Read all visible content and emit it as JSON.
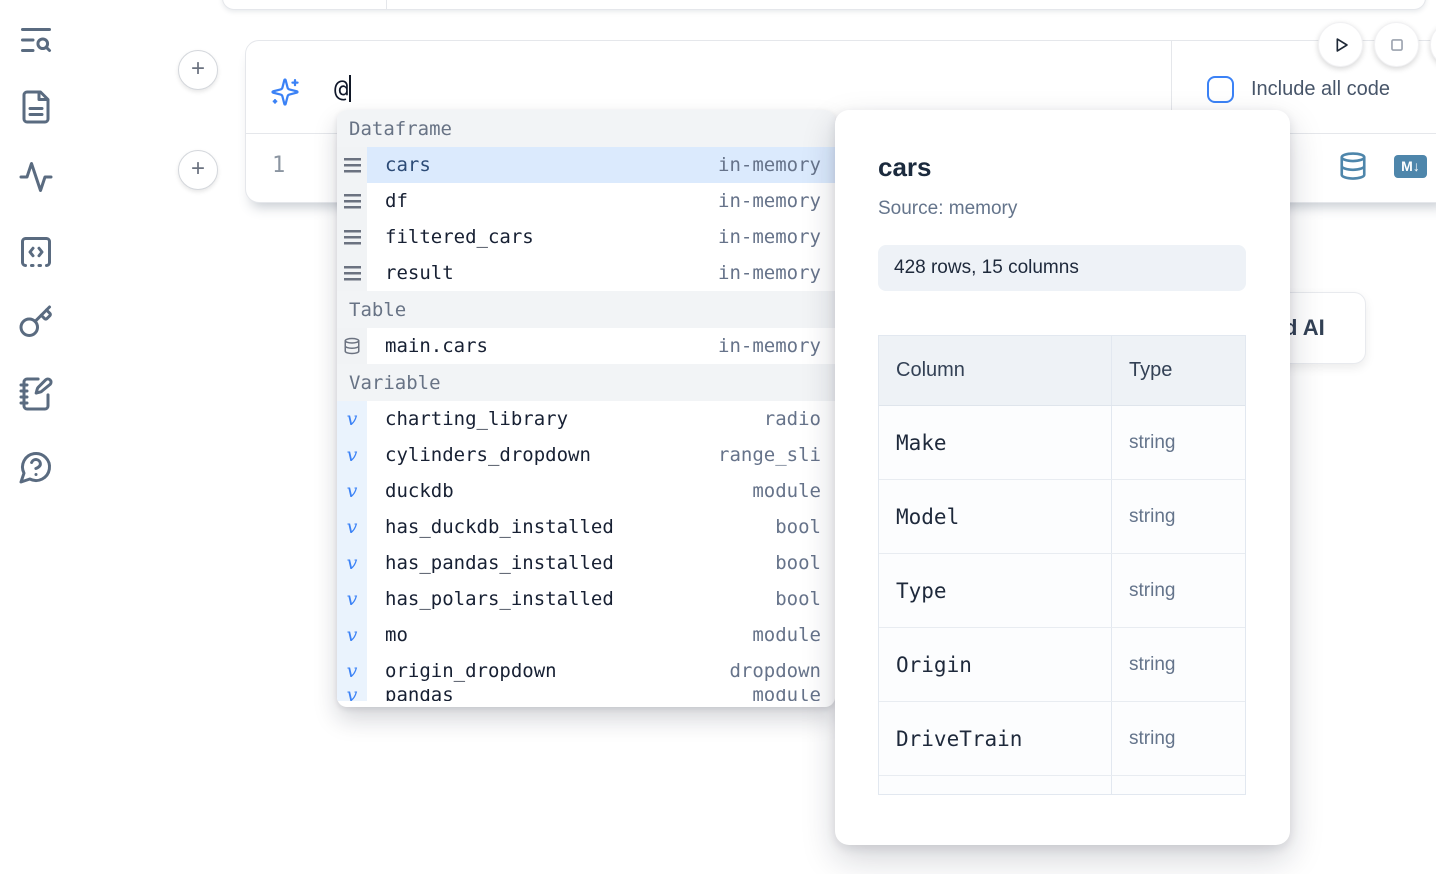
{
  "sidebar": {
    "icons": [
      {
        "name": "list-search-icon"
      },
      {
        "name": "file-document-icon"
      },
      {
        "name": "activity-icon"
      },
      {
        "name": "code-snippet-icon"
      },
      {
        "name": "key-icon"
      },
      {
        "name": "scratchpad-notebook-icon"
      },
      {
        "name": "help-chat-icon"
      }
    ]
  },
  "toolbar": {
    "prompt_value": "@",
    "include_all_code_label": "Include all code"
  },
  "cell": {
    "line_number": "1"
  },
  "autocomplete": {
    "sections": [
      {
        "label": "Dataframe",
        "icon": "dataframe-icon",
        "items": [
          {
            "name": "cars",
            "type": "in-memory",
            "selected": true
          },
          {
            "name": "df",
            "type": "in-memory"
          },
          {
            "name": "filtered_cars",
            "type": "in-memory"
          },
          {
            "name": "result",
            "type": "in-memory"
          }
        ]
      },
      {
        "label": "Table",
        "icon": "database-icon",
        "items": [
          {
            "name": "main.cars",
            "type": "in-memory"
          }
        ]
      },
      {
        "label": "Variable",
        "icon": "variable-icon",
        "items": [
          {
            "name": "charting_library",
            "type": "radio"
          },
          {
            "name": "cylinders_dropdown",
            "type": "range_sli"
          },
          {
            "name": "duckdb",
            "type": "module"
          },
          {
            "name": "has_duckdb_installed",
            "type": "bool"
          },
          {
            "name": "has_pandas_installed",
            "type": "bool"
          },
          {
            "name": "has_polars_installed",
            "type": "bool"
          },
          {
            "name": "mo",
            "type": "module"
          },
          {
            "name": "origin_dropdown",
            "type": "dropdown"
          },
          {
            "name": "pandas",
            "type": "module",
            "partial": true
          }
        ]
      }
    ]
  },
  "preview": {
    "title": "cars",
    "source": "Source: memory",
    "shape_badge": "428 rows, 15 columns",
    "table": {
      "headers": [
        "Column",
        "Type"
      ],
      "rows": [
        [
          "Make",
          "string"
        ],
        [
          "Model",
          "string"
        ],
        [
          "Type",
          "string"
        ],
        [
          "Origin",
          "string"
        ],
        [
          "DriveTrain",
          "string"
        ]
      ]
    }
  },
  "ai_button": {
    "visible_label": "d AI"
  },
  "colors": {
    "accent_blue": "#3b82f6",
    "steel_blue": "#4e86ab",
    "selected_row": "#dbeafd",
    "section_header_bg": "#f2f4f6",
    "slate_text": "#64748b",
    "ink": "#172033"
  }
}
